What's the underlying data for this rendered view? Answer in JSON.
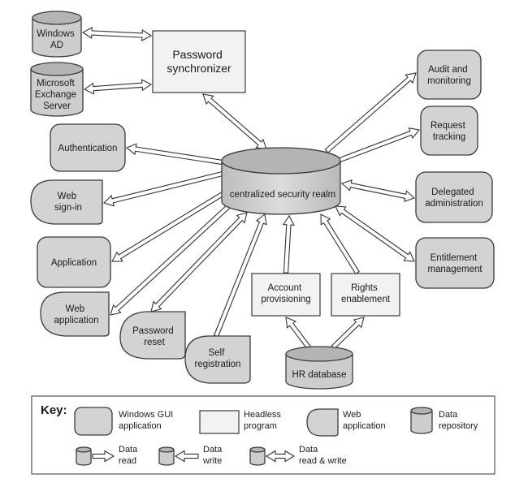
{
  "nodes": {
    "windows_ad": [
      "Windows",
      "AD"
    ],
    "exchange": [
      "Microsoft",
      "Exchange",
      "Server"
    ],
    "password_sync": [
      "Password",
      "synchronizer"
    ],
    "audit": [
      "Audit and",
      "monitoring"
    ],
    "request": [
      "Request",
      "tracking"
    ],
    "delegated": [
      "Delegated",
      "administration"
    ],
    "entitlement": [
      "Entitlement",
      "management"
    ],
    "authentication": [
      "Authentication"
    ],
    "web_signin": [
      "Web",
      "sign-in"
    ],
    "application": [
      "Application"
    ],
    "web_application": [
      "Web",
      "application"
    ],
    "password_reset": [
      "Password",
      "reset"
    ],
    "self_registration": [
      "Self",
      "registration"
    ],
    "security_realm": [
      "centralized security realm"
    ],
    "account_provisioning": [
      "Account",
      "provisioning"
    ],
    "rights_enablement": [
      "Rights",
      "enablement"
    ],
    "hr_database": [
      "HR database"
    ]
  },
  "key": {
    "title": "Key:",
    "gui": [
      "Windows GUI",
      "application"
    ],
    "headless": [
      "Headless",
      "program"
    ],
    "web": [
      "Web",
      "application"
    ],
    "repo": [
      "Data",
      "repository"
    ],
    "read": [
      "Data",
      "read"
    ],
    "write": [
      "Data",
      "write"
    ],
    "read_write": [
      "Data",
      "read & write"
    ]
  },
  "colors": {
    "shape_fill": "#d3d3d3",
    "cylinder_top": "#b4b4b4",
    "headless_fill": "#f2f2f2",
    "stroke": "#3a3a3a"
  }
}
